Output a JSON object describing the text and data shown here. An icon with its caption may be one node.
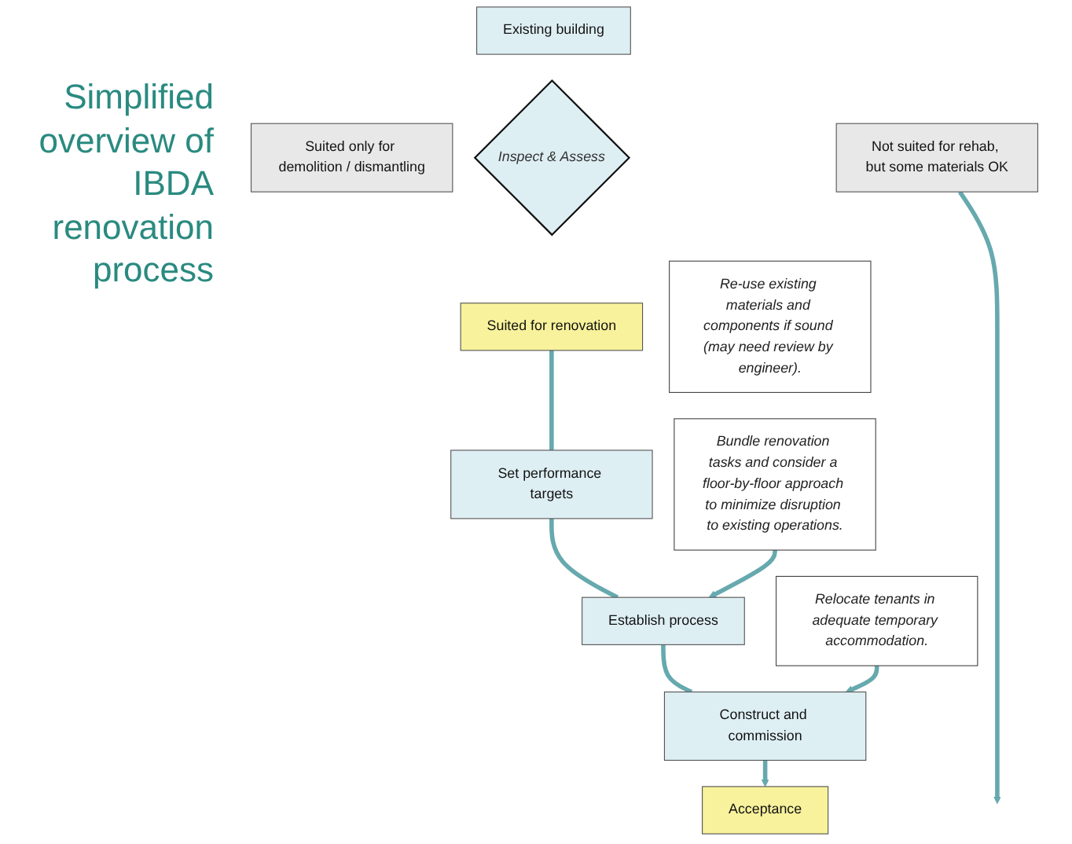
{
  "diagram": {
    "title": "Simplified overview of IBDA renovation process",
    "nodes": [
      {
        "text": [
          "Existing building"
        ]
      },
      {
        "text": [
          "Suited only for demolition / dismantling"
        ]
      },
      {
        "text": [
          "Inspect & Assess"
        ]
      },
      {
        "text": [
          "Not suited for rehab, but some materials OK"
        ]
      },
      {
        "text": [
          "Suited for renovation"
        ]
      },
      {
        "text": [
          "Set performance targets"
        ]
      },
      {
        "text": [
          "Bundle renovation tasks and consider a floor-by-floor approach to minimize disruption to existing operations."
        ]
      },
      {
        "text": [
          "Establish process"
        ]
      },
      {
        "text": [
          "Relocate tenants in adequate temporary accommodation."
        ]
      },
      {
        "text": [
          "Construct and commission"
        ]
      },
      {
        "text": [
          "Acceptance"
        ]
      },
      {
        "text": [
          "Re-use existing materials and components if sound (may need review by engineer)."
        ]
      }
    ],
    "edges": [
      {
        "from": 4,
        "to": 5,
        "arrow": "none"
      },
      {
        "from": 5,
        "to": 7,
        "arrow": "none"
      },
      {
        "from": 6,
        "to": 7,
        "arrow": "to"
      },
      {
        "from": 7,
        "to": 9,
        "arrow": "none"
      },
      {
        "from": 8,
        "to": 9,
        "arrow": "to"
      },
      {
        "from": 9,
        "to": 10,
        "arrow": "to"
      },
      {
        "from": 3,
        "to": null,
        "arrow": "to"
      }
    ]
  }
}
